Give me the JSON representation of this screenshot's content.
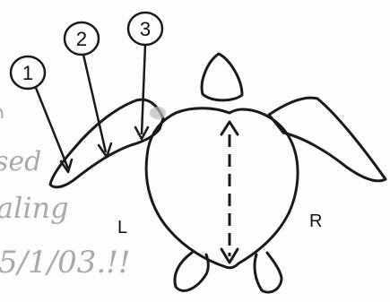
{
  "callouts": [
    {
      "label": "1"
    },
    {
      "label": "2"
    },
    {
      "label": "3"
    }
  ],
  "side_labels": {
    "left": "L",
    "right": "R"
  },
  "handwritten_notes": {
    "line_1": "sed",
    "line_2": "aling",
    "line_3": "5/1/03.!!"
  },
  "colors": {
    "ink": "#1a1a1a",
    "pencil": "#a9a9a9",
    "wound_mark": "#b9b9b9",
    "paper": "#fdfdfb"
  }
}
